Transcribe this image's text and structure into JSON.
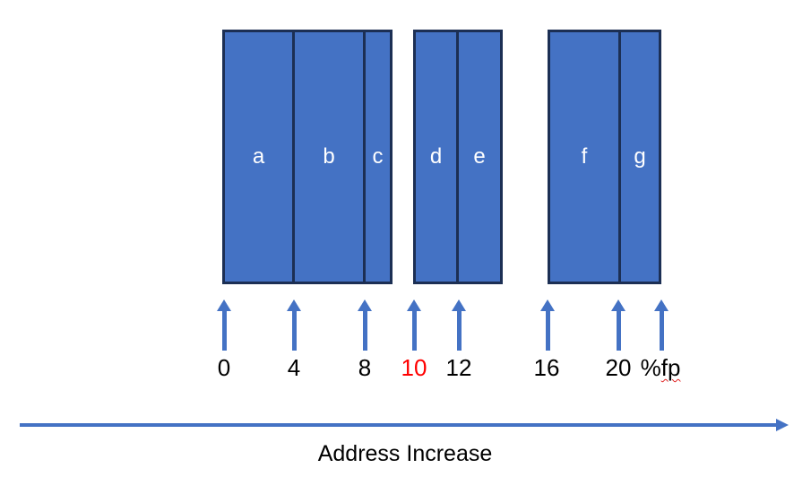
{
  "colors": {
    "block_fill": "#4472C4",
    "block_border": "#1C2F54",
    "arrow_blue": "#4472C4",
    "highlight_red": "#FF0000",
    "spellcheck_squiggle_red": "#E02424",
    "block_label_white": "#FFFFFF",
    "text_black": "#000000",
    "background": "#FFFFFF"
  },
  "memory_blocks": {
    "groups": [
      {
        "blocks": [
          {
            "label": "a"
          },
          {
            "label": "b"
          },
          {
            "label": "c"
          }
        ]
      },
      {
        "blocks": [
          {
            "label": "d"
          },
          {
            "label": "e"
          }
        ]
      },
      {
        "blocks": [
          {
            "label": "f"
          },
          {
            "label": "g"
          }
        ]
      }
    ]
  },
  "address_ticks": [
    {
      "text": "0",
      "red": false,
      "wavy_suffix": ""
    },
    {
      "text": "4",
      "red": false,
      "wavy_suffix": ""
    },
    {
      "text": "8",
      "red": false,
      "wavy_suffix": ""
    },
    {
      "text": "10",
      "red": true,
      "wavy_suffix": ""
    },
    {
      "text": "12",
      "red": false,
      "wavy_suffix": ""
    },
    {
      "text": "16",
      "red": false,
      "wavy_suffix": ""
    },
    {
      "text": "20",
      "red": false,
      "wavy_suffix": ""
    },
    {
      "text": "%",
      "red": false,
      "wavy_suffix": "fp"
    }
  ],
  "bottom_axis": {
    "caption": "Address Increase"
  }
}
